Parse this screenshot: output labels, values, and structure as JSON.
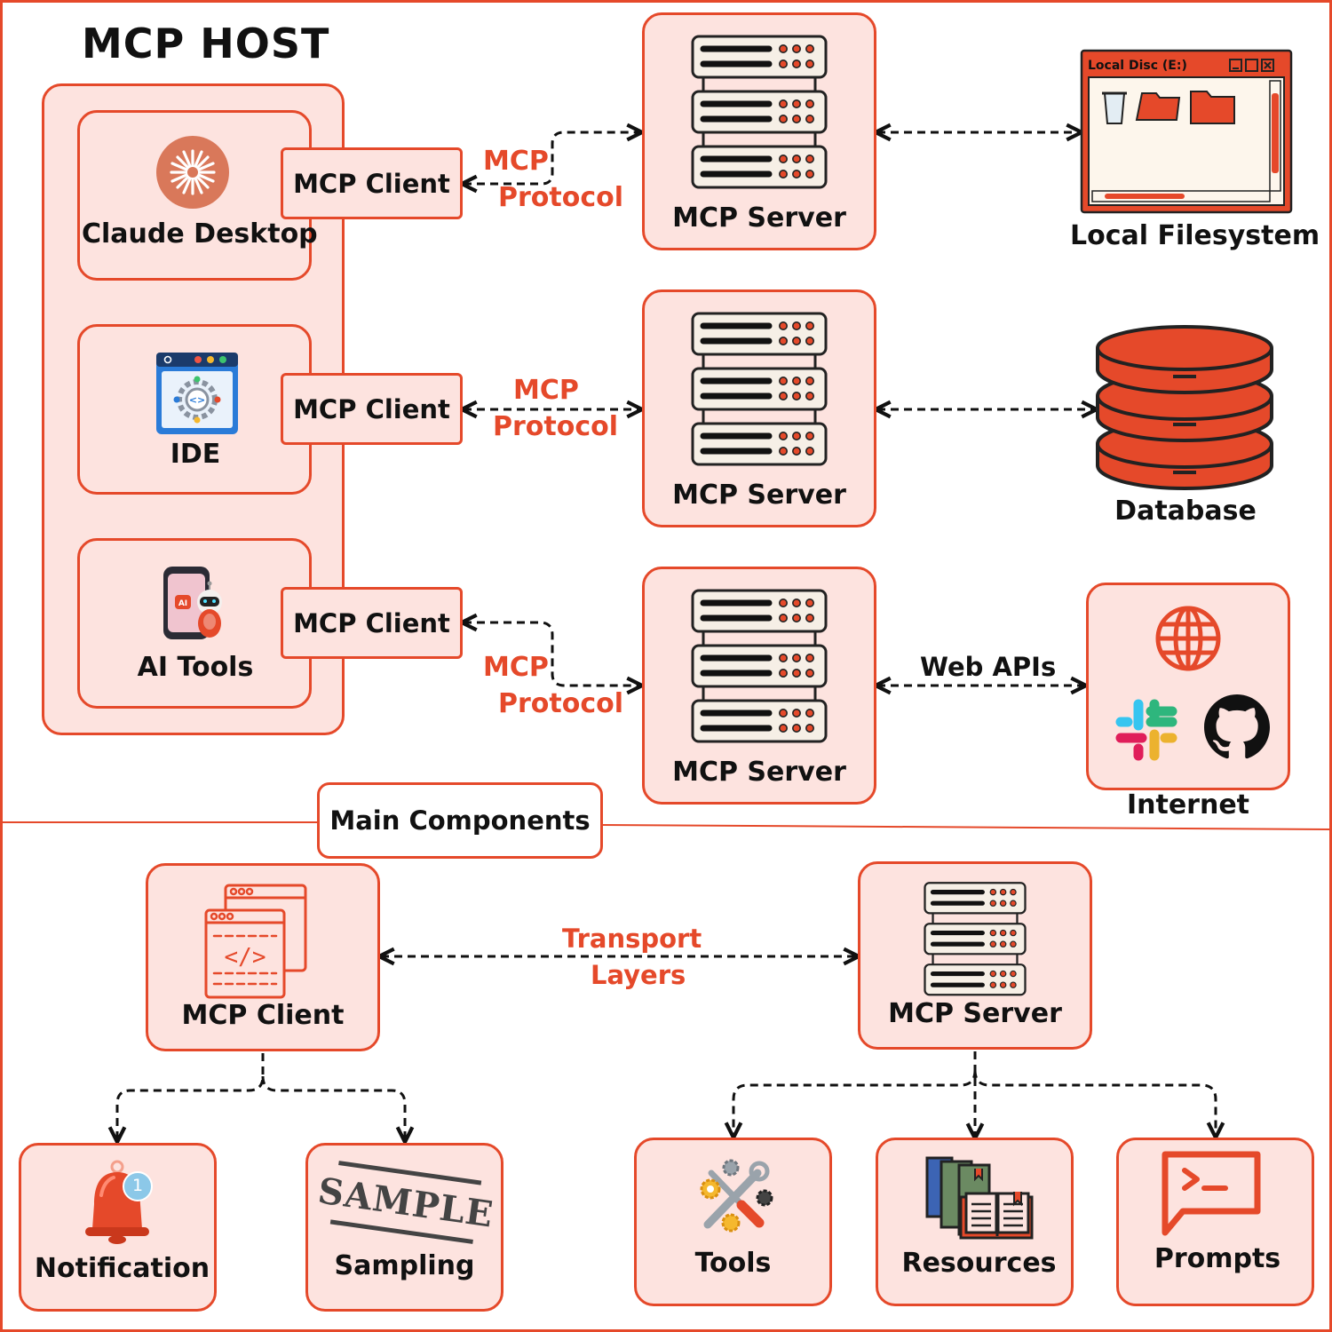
{
  "title": "MCP HOST",
  "host_apps": [
    {
      "label": "Claude Desktop",
      "icon": "claude-logo-icon"
    },
    {
      "label": "IDE",
      "icon": "ide-window-icon"
    },
    {
      "label": "AI Tools",
      "icon": "ai-robot-phone-icon"
    }
  ],
  "client_label": "MCP Client",
  "server_label": "MCP Server",
  "protocol": {
    "line1": "MCP",
    "line2": "Protocol"
  },
  "resources": {
    "filesystem": {
      "label": "Local Filesystem",
      "window_title": "Local Disc (E:)"
    },
    "database": {
      "label": "Database"
    },
    "internet": {
      "label": "Internet",
      "connection_label": "Web APIs"
    }
  },
  "main_components": {
    "heading": "Main Components",
    "client": "MCP Client",
    "server": "MCP Server",
    "transport": {
      "line1": "Transport",
      "line2": "Layers"
    },
    "client_features": [
      "Notification",
      "Sampling"
    ],
    "sample_stamp": "SAMPLE",
    "notification_badge": "1",
    "server_features": [
      "Tools",
      "Resources",
      "Prompts"
    ]
  },
  "colors": {
    "accent": "#e5492a",
    "box_fill": "#fde3df",
    "text": "#111111"
  }
}
